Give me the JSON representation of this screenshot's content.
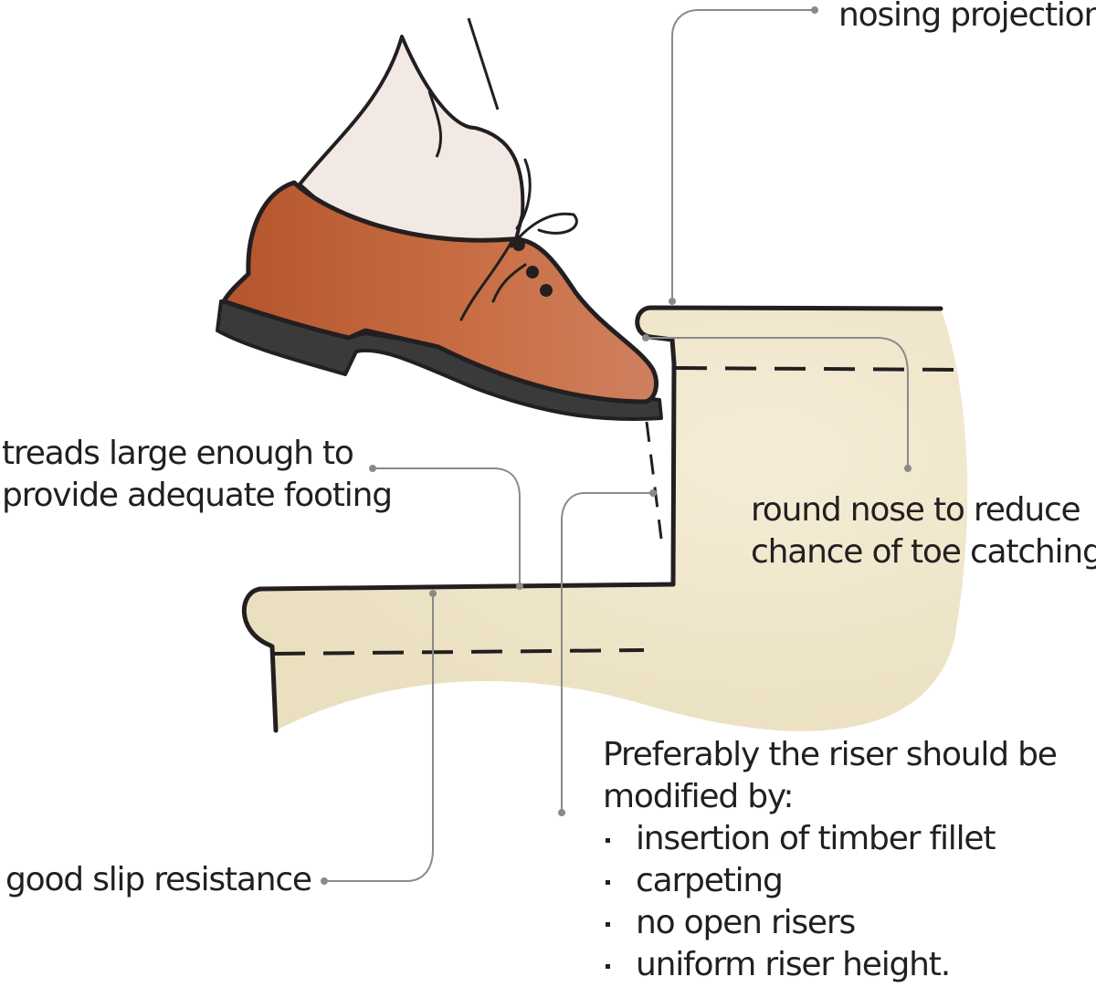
{
  "labels": {
    "nosing_projection": "nosing projection",
    "treads_line1": "treads large enough to",
    "treads_line2": "provide adequate footing",
    "round_nose_line1": "round nose to reduce",
    "round_nose_line2": "chance of toe catching",
    "good_slip": "good slip resistance",
    "riser_intro_line1": "Preferably the riser should be",
    "riser_intro_line2": "modified by:",
    "riser_options": [
      "insertion of timber fillet",
      "carpeting",
      "no open risers",
      "uniform riser height."
    ]
  },
  "colors": {
    "step_fill": "#f0e6cc",
    "shoe_upper": "#c2653a",
    "shoe_sole": "#3a3a3a",
    "sock": "#f3e9e4",
    "outline": "#231f20",
    "leader_line": "#8a8a8a"
  }
}
